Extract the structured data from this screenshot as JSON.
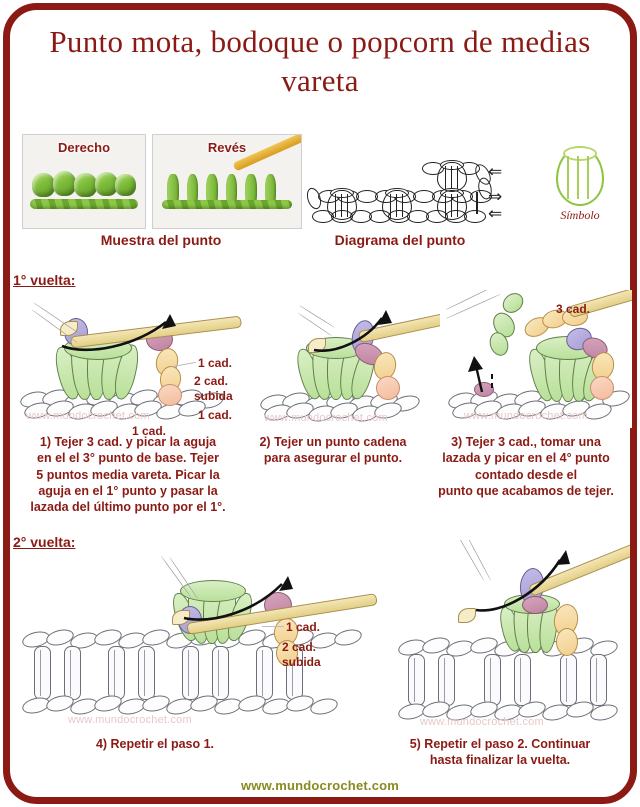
{
  "title": "Punto mota, bodoque o popcorn\nde medias vareta",
  "samples": {
    "caption": "Muestra del punto",
    "right_side_label": "Derecho",
    "wrong_side_label": "Revés"
  },
  "diagram": {
    "caption": "Diagrama del punto",
    "arrows": [
      "⇐",
      "⇒",
      "⇐"
    ]
  },
  "symbol": {
    "label": "Símbolo",
    "color": "#8cc63f"
  },
  "round1": {
    "heading": "1° vuelta:",
    "steps": [
      {
        "text": "1) Tejer 3 cad. y picar la aguja\nen el el 3° punto de base. Tejer\n5 puntos media vareta. Picar la\naguja en el 1° punto y pasar la\nlazada del último punto por el 1°.",
        "annotations": [
          "1 cad.",
          "2 cad.\nsubida",
          "1 cad.",
          "1 cad."
        ]
      },
      {
        "text": "2) Tejer un punto cadena\npara asegurar el punto.",
        "annotations": []
      },
      {
        "text": "3) Tejer 3 cad., tomar una\nlazada  y picar en el 4° punto\ncontado desde el\npunto que acabamos de tejer.",
        "annotations": [
          "3 cad."
        ]
      }
    ]
  },
  "round2": {
    "heading": "2° vuelta:",
    "steps": [
      {
        "text": "4) Repetir el paso 1.",
        "annotations": [
          "1 cad.",
          "2 cad.\nsubida"
        ]
      },
      {
        "text": "5) Repetir el paso 2. Continuar\nhasta finalizar la vuelta.",
        "annotations": []
      }
    ]
  },
  "watermark": "www.mundocrochet.com",
  "footer": "www.mundocrochet.com",
  "colors": {
    "frame": "#8B1A14",
    "text": "#8B1A14",
    "footer": "#8a8a1e",
    "yarn_green": "#7ebd3a"
  }
}
